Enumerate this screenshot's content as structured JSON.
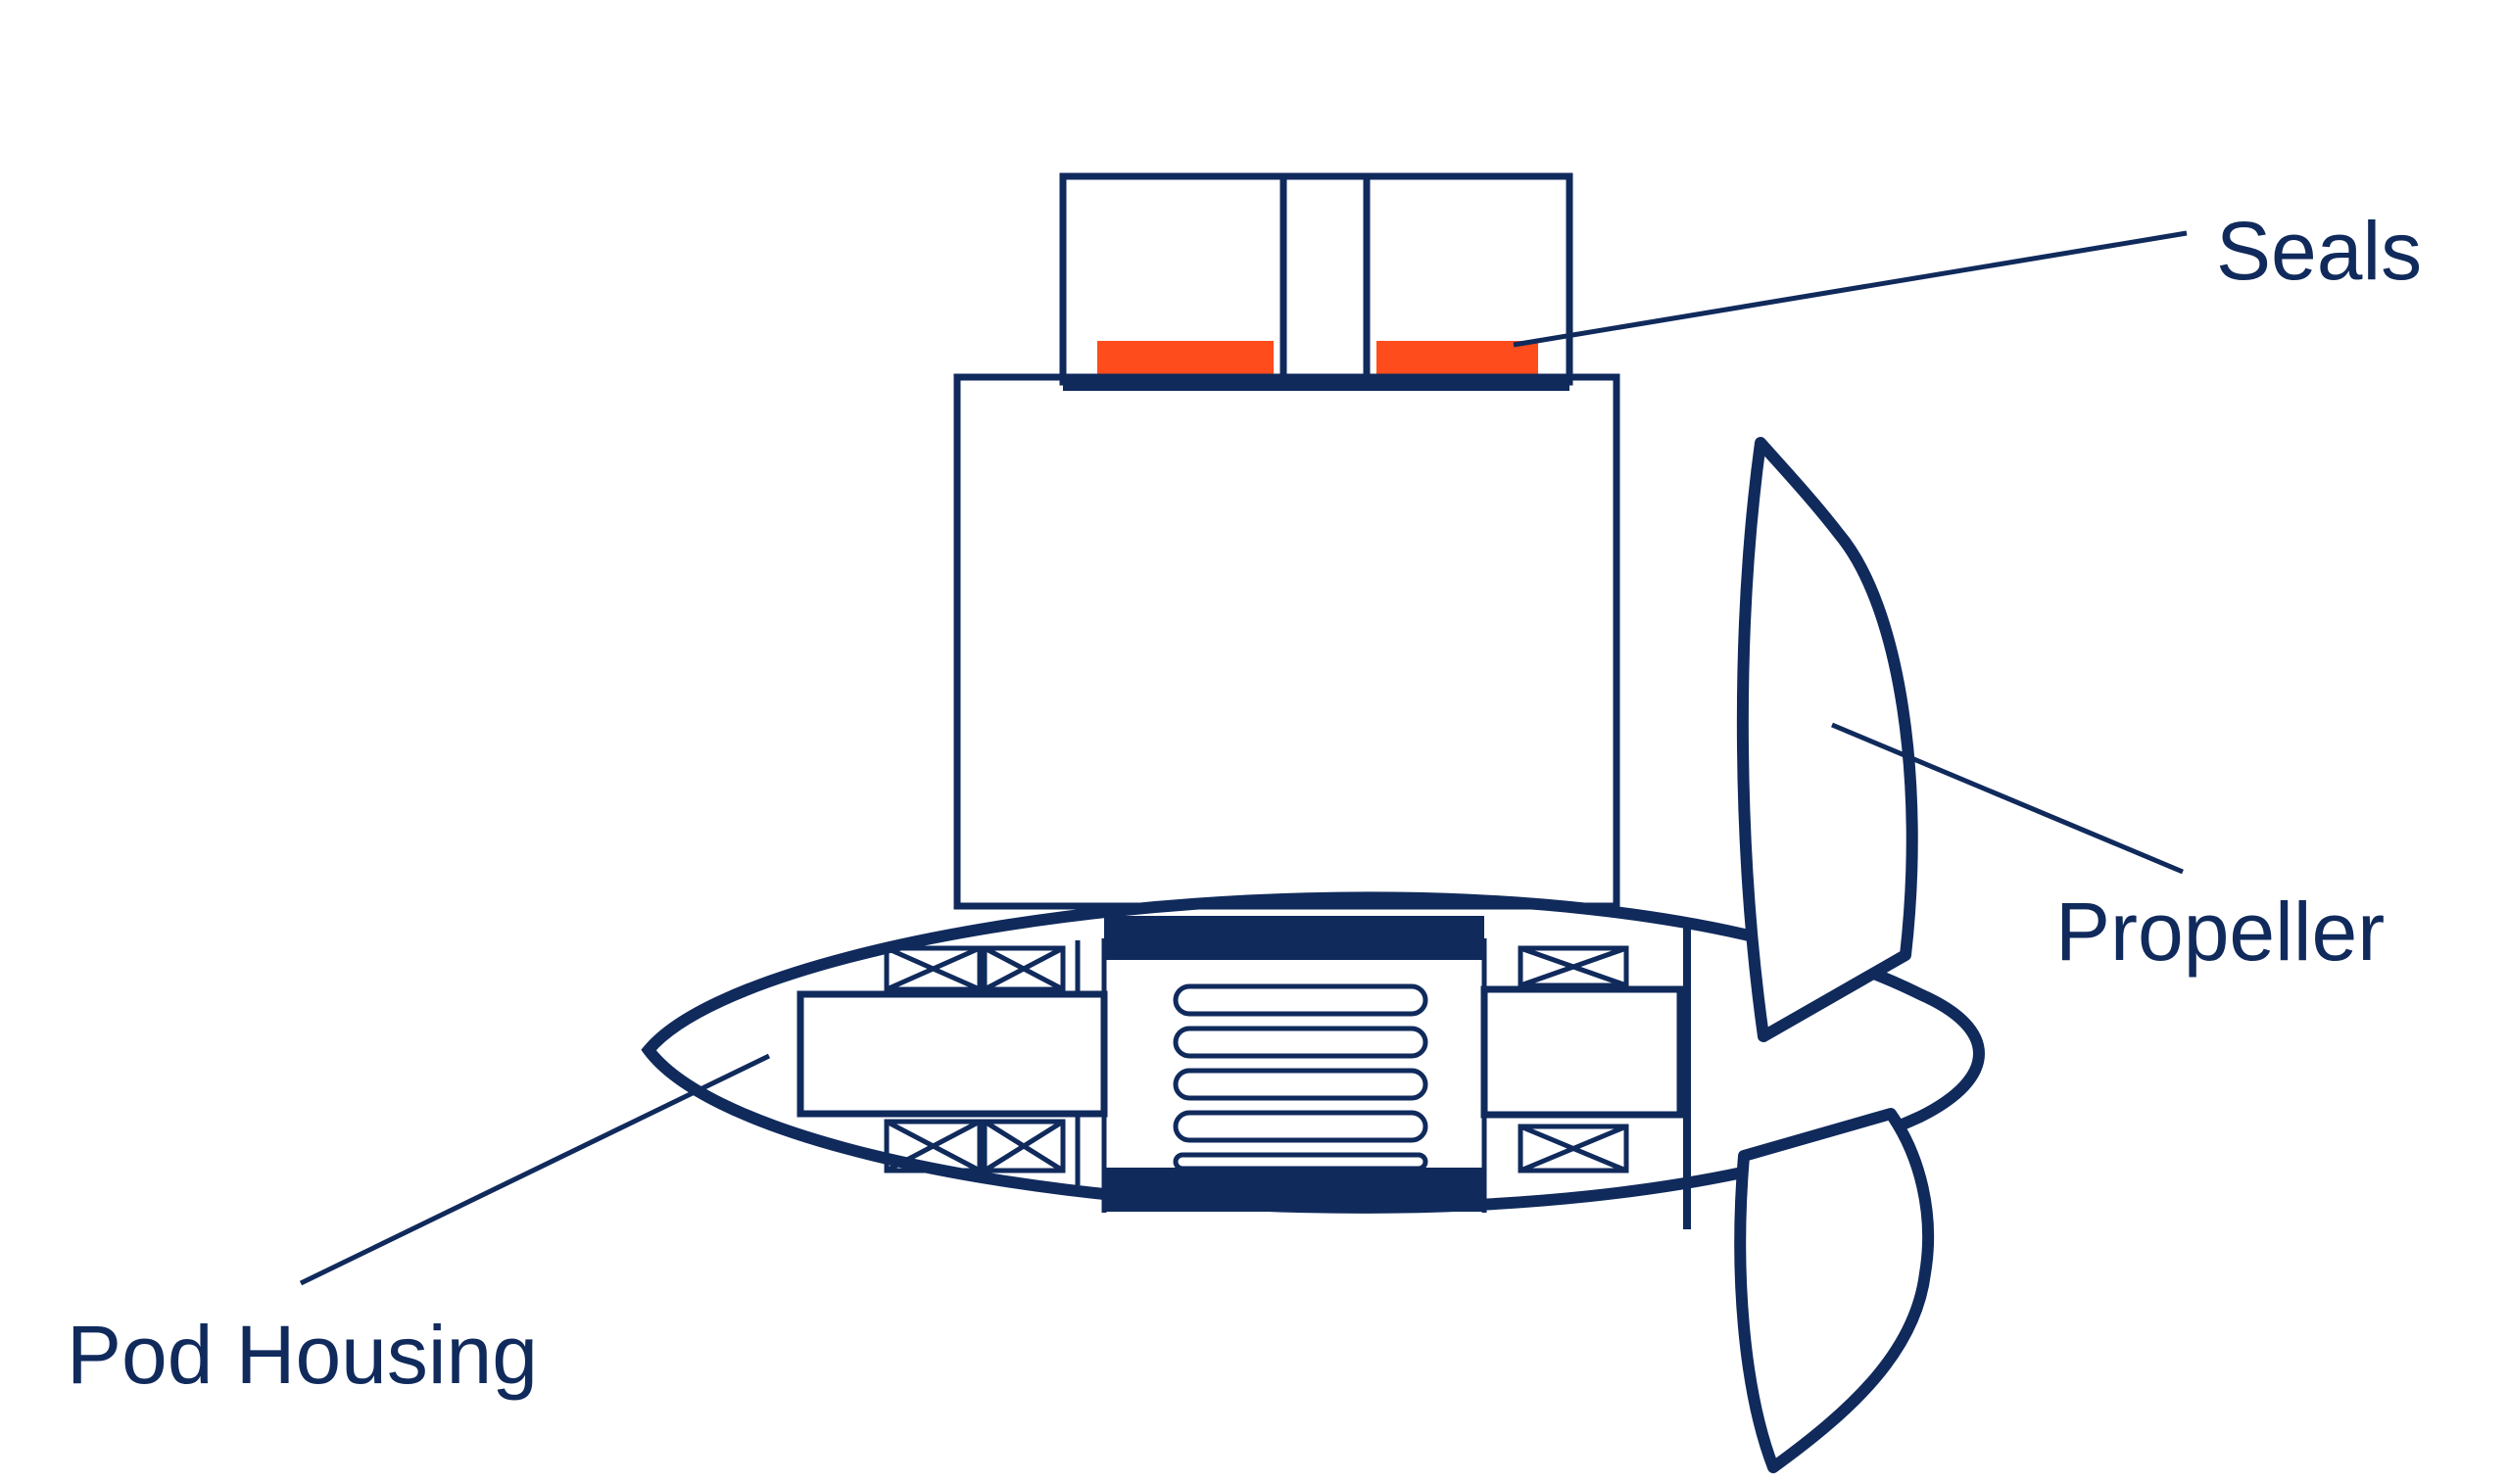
{
  "diagram": {
    "labels": {
      "seals": "Seals",
      "propeller": "Propeller",
      "pod_housing": "Pod Housing"
    },
    "colors": {
      "line": "#102a5c",
      "seal_fill": "#ff4c1c",
      "background": "#ffffff"
    }
  }
}
